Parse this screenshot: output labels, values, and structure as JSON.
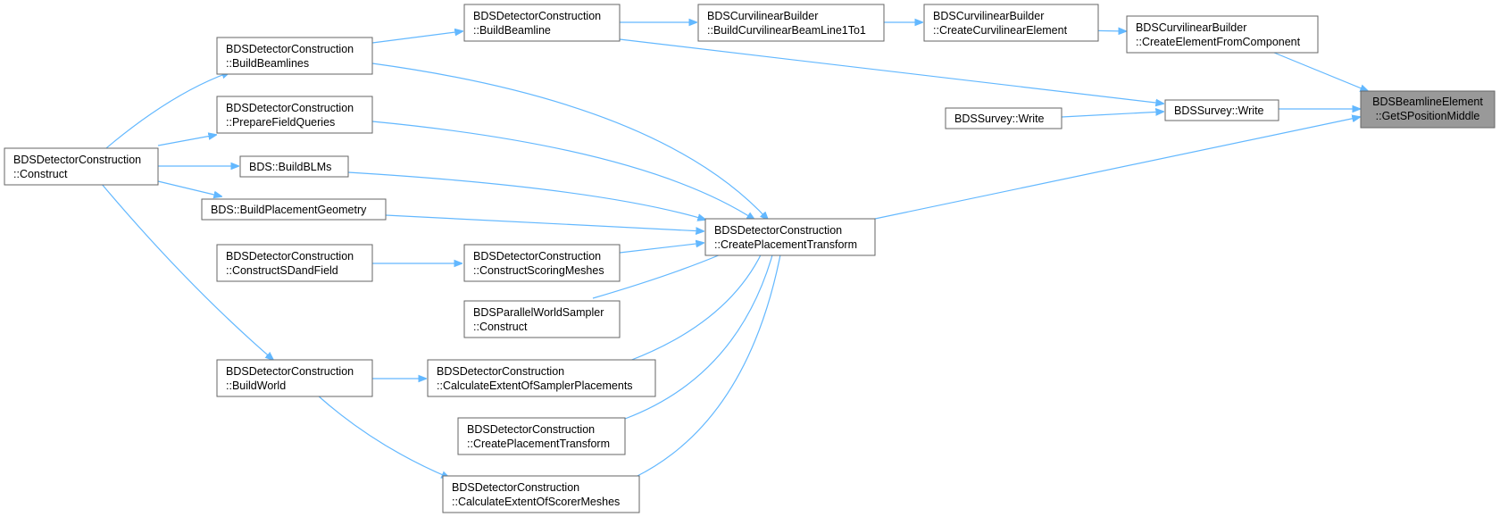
{
  "colors": {
    "edge": "#63b8ff",
    "node_border": "#666666",
    "node_fill": "#ffffff",
    "focus_fill": "#999999"
  },
  "nodes": {
    "getSPositionMiddle": [
      "BDSBeamlineElement",
      "::GetSPositionMiddle"
    ],
    "createElementFromComponent": [
      "BDSCurvilinearBuilder",
      "::CreateElementFromComponent"
    ],
    "createCurvilinearElement": [
      "BDSCurvilinearBuilder",
      "::CreateCurvilinearElement"
    ],
    "buildCurvilinearBeamLine1To1": [
      "BDSCurvilinearBuilder",
      "::BuildCurvilinearBeamLine1To1"
    ],
    "buildBeamline": [
      "BDSDetectorConstruction",
      "::BuildBeamline"
    ],
    "buildBeamlines": [
      "BDSDetectorConstruction",
      "::BuildBeamlines"
    ],
    "surveyWriteMain": [
      "BDSSurvey::Write"
    ],
    "surveyWriteOther": [
      "BDSSurvey::Write"
    ],
    "prepareFieldQueries": [
      "BDSDetectorConstruction",
      "::PrepareFieldQueries"
    ],
    "construct": [
      "BDSDetectorConstruction",
      "::Construct"
    ],
    "buildBLMs": [
      "BDS::BuildBLMs"
    ],
    "buildPlacementGeometry": [
      "BDS::BuildPlacementGeometry"
    ],
    "createPlacementTransformMain": [
      "BDSDetectorConstruction",
      "::CreatePlacementTransform"
    ],
    "constructSDandField": [
      "BDSDetectorConstruction",
      "::ConstructSDandField"
    ],
    "constructScoringMeshes": [
      "BDSDetectorConstruction",
      "::ConstructScoringMeshes"
    ],
    "parallelWorldSamplerConstruct": [
      "BDSParallelWorldSampler",
      "::Construct"
    ],
    "buildWorld": [
      "BDSDetectorConstruction",
      "::BuildWorld"
    ],
    "calculateExtentOfSamplerPlacements": [
      "BDSDetectorConstruction",
      "::CalculateExtentOfSamplerPlacements"
    ],
    "createPlacementTransformSelf": [
      "BDSDetectorConstruction",
      "::CreatePlacementTransform"
    ],
    "calculateExtentOfScorerMeshes": [
      "BDSDetectorConstruction",
      "::CalculateExtentOfScorerMeshes"
    ]
  }
}
